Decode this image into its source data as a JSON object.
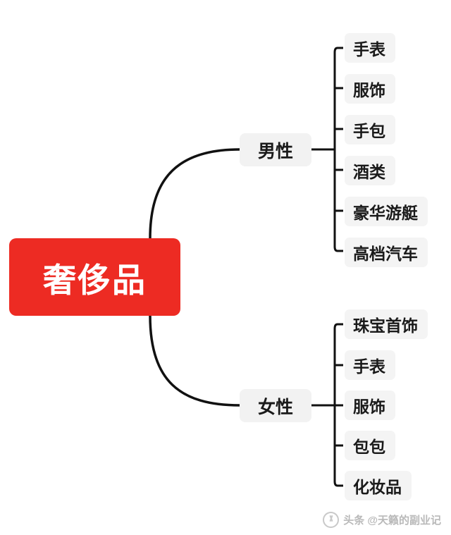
{
  "diagram": {
    "type": "mind-map",
    "root": {
      "label": "奢侈品",
      "color": "#ED2B23",
      "text_color": "#FFFFFF"
    },
    "branches": [
      {
        "label": "男性",
        "leaves": [
          {
            "label": "手表"
          },
          {
            "label": "服饰"
          },
          {
            "label": "手包"
          },
          {
            "label": "酒类"
          },
          {
            "label": "豪华游艇"
          },
          {
            "label": "高档汽车"
          }
        ]
      },
      {
        "label": "女性",
        "leaves": [
          {
            "label": "珠宝首饰"
          },
          {
            "label": "手表"
          },
          {
            "label": "服饰"
          },
          {
            "label": "包包"
          },
          {
            "label": "化妆品"
          }
        ]
      }
    ]
  },
  "watermark": {
    "text": "头条 @天籁的副业记",
    "icon": "toutiao-logo-icon"
  }
}
